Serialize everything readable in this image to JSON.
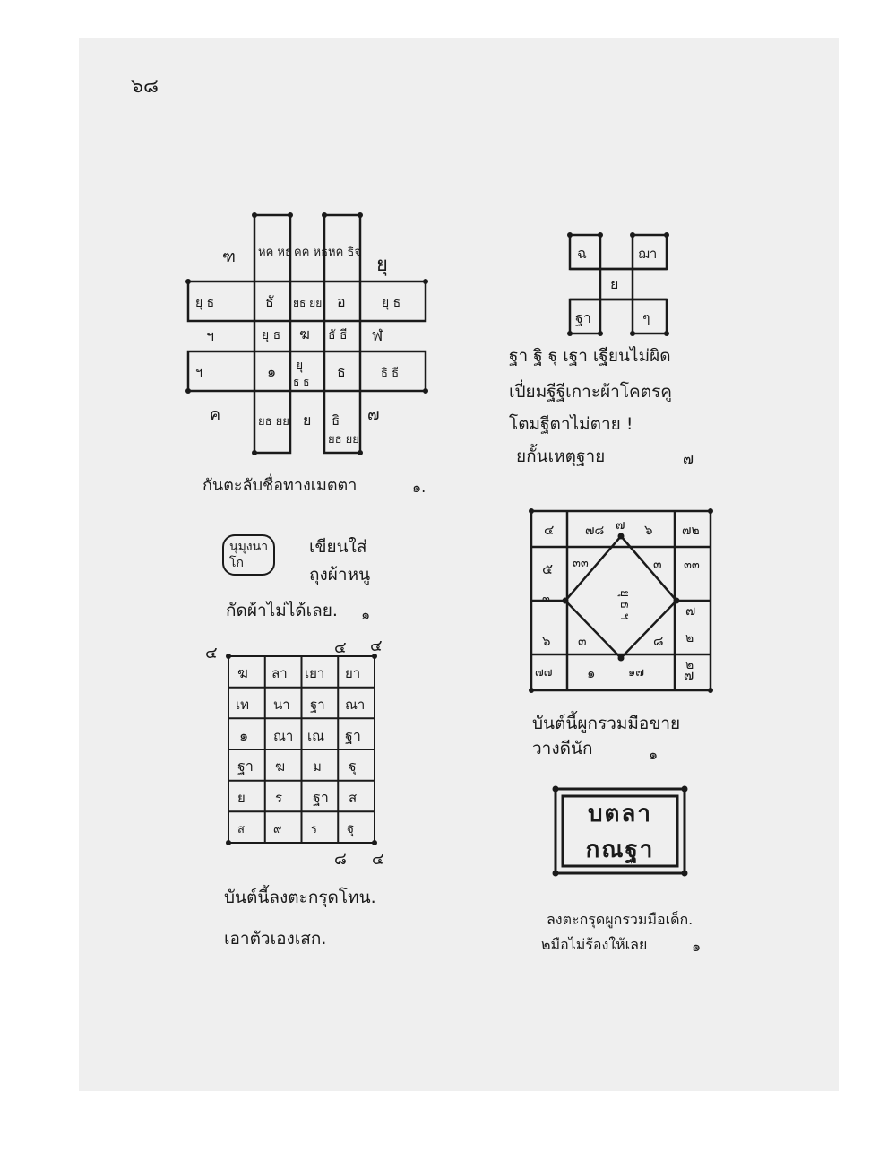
{
  "page": {
    "number": "๖๘"
  },
  "yantra_cross": {
    "caption": "กันตะลับชื่อทางเมตตา",
    "ref": "๑.",
    "outer_symbols": [
      "ฑ",
      "ยุ",
      "ฯ",
      "ฬ",
      "๗",
      "ค"
    ],
    "cells": [
      "หค หธ",
      "คค หธ",
      "หค ธิจ",
      "ยุ ธ",
      "ธั",
      "ยธ ยย",
      "อ",
      "ยุ ธ",
      "ยุ ธ",
      "ธั ธี",
      "ฆ",
      "ธิ ธี",
      "ฯ",
      "๑",
      "ธ",
      "ยุ",
      "ธ ธ",
      "ย",
      "ยธ ยย",
      "ธิ",
      "ยธ ยย"
    ]
  },
  "seal_note": {
    "seal": [
      "นุมุงนา",
      "โก"
    ],
    "lines": [
      "เขียนใส่",
      "ถุงผ้าหนู",
      "กัดผ้าไม่ได้เลย."
    ],
    "ref": "๑"
  },
  "grid_yantra": {
    "corner_labels": [
      "๔",
      "๔",
      "๔",
      "๘",
      "๔"
    ],
    "cells": [
      [
        "ฆ",
        "ลา",
        "เยา",
        "ยา"
      ],
      [
        "เท",
        "นา",
        "ฐา",
        "ณา"
      ],
      [
        "๑",
        "ณา",
        "เณ",
        "ฐา"
      ],
      [
        "ฐา",
        "ฆ",
        "ม",
        "ฐุ"
      ],
      [
        "ย",
        "ร",
        "ฐา",
        "ส"
      ],
      [
        "ส",
        "๙",
        "ร",
        "ฐุ"
      ]
    ],
    "caption": [
      "บันต์นี้ลงตะกรุดโทน.",
      "เอาตัวเองเสก."
    ]
  },
  "h_yantra": {
    "cells": [
      "ฉ",
      "ฌา",
      "ย",
      "ฐา",
      "ๆ"
    ],
    "lines": [
      "ฐา ฐิ ฐุ เฐา เฐียนไม่ผิด",
      "เปี่ยมฐีฐีเกาะผ้าโคตรคู",
      "โตมฐีตาไม่ตาย !",
      "ยกั้นเหตุฐาย"
    ],
    "ref": "๗"
  },
  "diamond_yantra": {
    "cells": [
      "๔",
      "๗๘",
      "๖",
      "๗",
      "๗๒",
      "๕",
      "๓๓",
      "๓",
      "๓๓",
      "๓",
      "๗",
      "๒",
      "๖",
      "๓",
      "๘",
      "๒",
      "๗๗",
      "๑",
      "๑๗",
      "๗"
    ],
    "center": "ยุ ธ ฯ",
    "caption": [
      "บันต์นี้ผูกรวมมือขาย",
      "วางดีนัก"
    ],
    "ref": "๑"
  },
  "box_text": {
    "lines": [
      "บตลา",
      "กณฐา"
    ],
    "caption": [
      "ลงตะกรุดผูกรวมมือเด็ก.",
      "๒มือไม่ร้องให้เลย"
    ],
    "ref": "๑"
  }
}
